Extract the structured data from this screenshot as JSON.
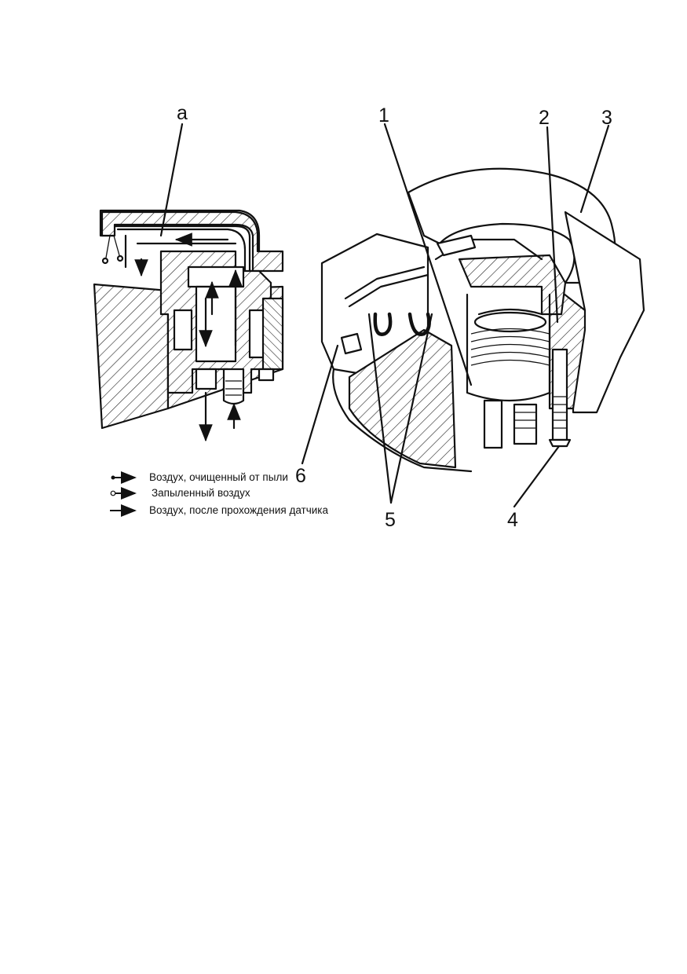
{
  "panel_a": {
    "label": "а"
  },
  "sensor": {
    "callouts": [
      "1",
      "2",
      "3",
      "4",
      "5",
      "6"
    ]
  },
  "legend": {
    "items": [
      {
        "icon": "arrow-dot-line-icon",
        "text": "Воздух, очищенный от пыли"
      },
      {
        "icon": "arrow-circle-line-icon",
        "text": "Запыленный воздух"
      },
      {
        "icon": "arrow-plain-line-icon",
        "text": "Воздух, после прохождения датчика"
      }
    ]
  }
}
